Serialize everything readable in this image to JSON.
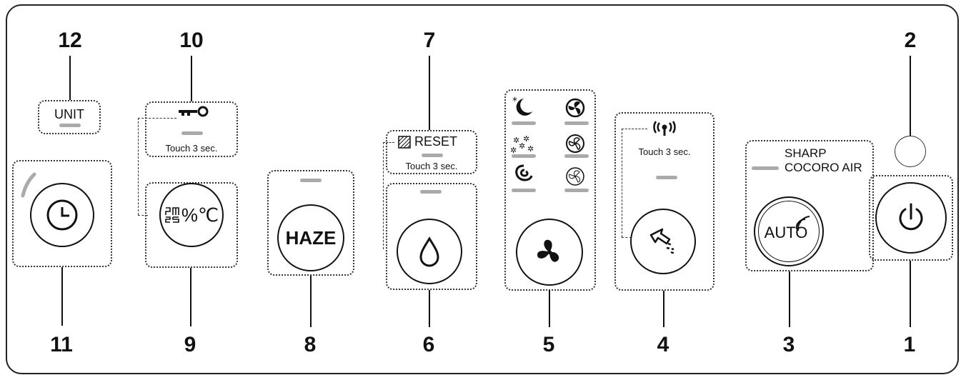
{
  "callouts": {
    "n1": "1",
    "n2": "2",
    "n3": "3",
    "n4": "4",
    "n5": "5",
    "n6": "6",
    "n7": "7",
    "n8": "8",
    "n9": "9",
    "n10": "10",
    "n11": "11",
    "n12": "12"
  },
  "labels": {
    "unit": "UNIT",
    "touch3_child_lock": "Touch 3 sec.",
    "reset": "RESET",
    "touch3_reset": "Touch 3 sec.",
    "touch3_wireless": "Touch 3 sec.",
    "sharp": "SHARP",
    "cocoro_air": "COCORO AIR",
    "haze": "HAZE",
    "auto": "AUTO",
    "display_units": "%℃"
  },
  "icons": {
    "power": "power-icon",
    "timer": "clock-icon",
    "humidify": "water-drop-icon",
    "fan": "fan-icon",
    "direction": "cursor-arrow-icon",
    "wireless": "wireless-signal-icon",
    "child_lock": "key-icon",
    "reset": "filter-icon",
    "sleep": "moon-icon",
    "pollen": "pollen-icon",
    "turbo": "cyclone-icon",
    "fan_high": "fan-high-icon",
    "fan_med": "fan-medium-icon",
    "fan_low": "fan-low-icon",
    "pm25": "pm25-icon",
    "wifi_arc": "signal-arc-icon"
  },
  "colors": {
    "led": "#aaaaaa",
    "outline": "#111111"
  }
}
